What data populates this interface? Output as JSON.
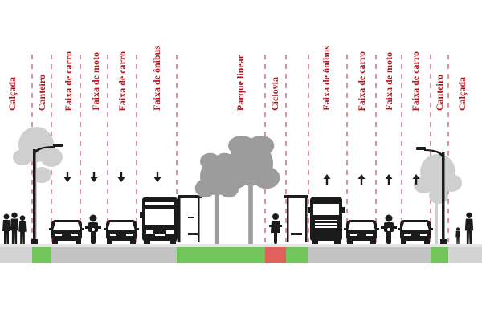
{
  "colors": {
    "label": "#b3121d",
    "divider": "#b3121d",
    "sidewalk": "#d3d3d3",
    "road": "#c2c2c2",
    "green": "#72c55a",
    "bikeway": "#e0605c",
    "silhouette": "#1b1b1b",
    "tree_grey": "#9c9c9c",
    "tree_light": "#cfcfcf"
  },
  "labels": [
    {
      "id": "calcada-left",
      "text": "Calçada"
    },
    {
      "id": "canteiro-left",
      "text": "Canteiro"
    },
    {
      "id": "faixa-carro-1",
      "text": "Faixa de carro"
    },
    {
      "id": "faixa-moto-1",
      "text": "Faixa de moto"
    },
    {
      "id": "faixa-carro-2",
      "text": "Faixa de carro"
    },
    {
      "id": "faixa-onibus-1",
      "text": "Faixa de ônibus"
    },
    {
      "id": "parque-linear",
      "text": "Parque linear"
    },
    {
      "id": "ciclovia",
      "text": "Ciclovia"
    },
    {
      "id": "faixa-onibus-2",
      "text": "Faixa de ônibus"
    },
    {
      "id": "faixa-carro-3",
      "text": "Faixa de carro"
    },
    {
      "id": "faixa-moto-2",
      "text": "Faixa de moto"
    },
    {
      "id": "faixa-carro-4",
      "text": "Faixa de carro"
    },
    {
      "id": "canteiro-right",
      "text": "Canteiro"
    },
    {
      "id": "calcada-right",
      "text": "Calçada"
    }
  ],
  "directions": {
    "left_lanes": "down",
    "right_lanes": "up"
  },
  "icons": [
    "street-lamp-icon",
    "tree-icon",
    "pedestrian-icon",
    "car-icon",
    "motorcycle-icon",
    "bus-icon",
    "bus-shelter-icon",
    "cyclist-icon",
    "direction-arrow-icon"
  ]
}
